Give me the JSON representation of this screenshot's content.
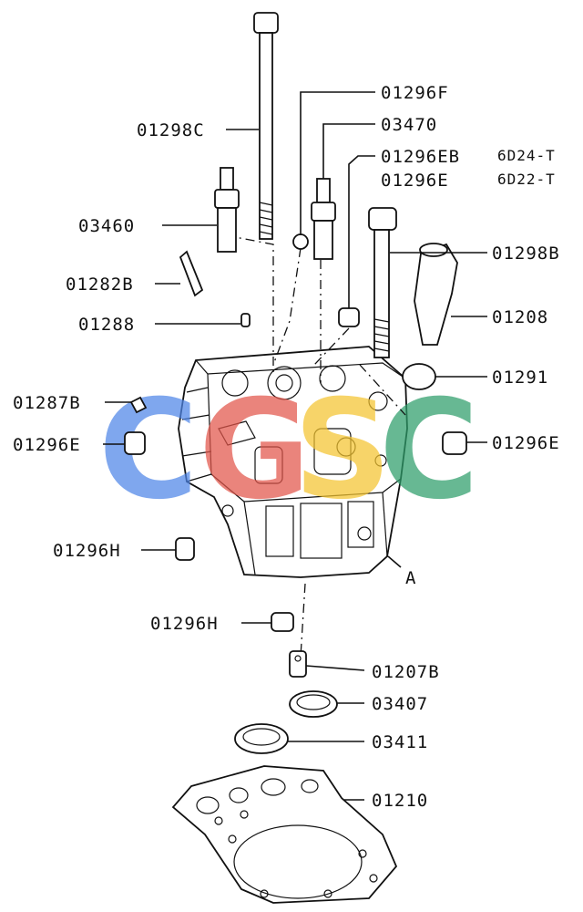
{
  "labels": {
    "p01296F": "01296F",
    "p01298C": "01298C",
    "p03470": "03470",
    "p01296EB": "01296EB",
    "model_6D24T": "6D24-T",
    "p01296E_top": "01296E",
    "model_6D22T": "6D22-T",
    "p03460": "03460",
    "p01298B": "01298B",
    "p01282B": "01282B",
    "p01208": "01208",
    "p01288": "01288",
    "p01291": "01291",
    "p01287B": "01287B",
    "p01296E_left": "01296E",
    "p01296E_right": "01296E",
    "p01296H_mid": "01296H",
    "ref_A": "A",
    "p01296H_low": "01296H",
    "p01207B": "01207B",
    "p03407": "03407",
    "p03411": "03411",
    "p01210": "01210"
  },
  "watermark": {
    "letters": [
      "C",
      "G",
      "S",
      "C"
    ],
    "colors": [
      "#4f86e8",
      "#e2564b",
      "#f4c430",
      "#2e9e6a"
    ]
  }
}
